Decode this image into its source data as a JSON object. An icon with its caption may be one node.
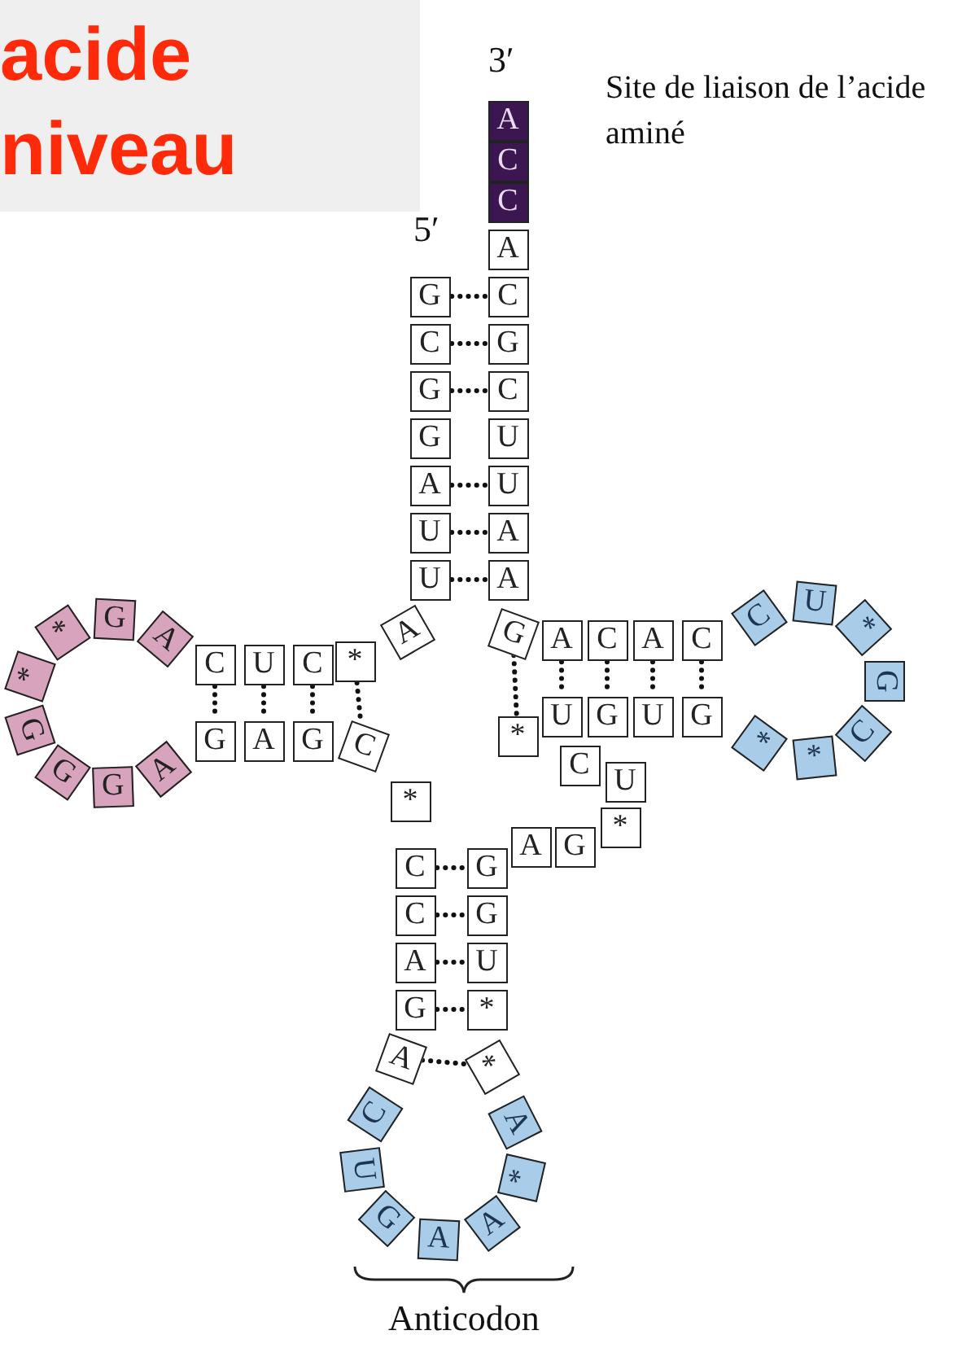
{
  "diagram": {
    "nodes": [
      {
        "text": [
          "acide niveau"
        ]
      },
      {
        "text": [
          "G"
        ]
      },
      {
        "text": [
          "C"
        ]
      },
      {
        "text": [
          "G"
        ]
      },
      {
        "text": [
          "G"
        ]
      },
      {
        "text": [
          "A"
        ]
      },
      {
        "text": [
          "U"
        ]
      },
      {
        "text": [
          "U"
        ]
      },
      {
        "text": [
          "A"
        ]
      },
      {
        "text": [
          "*"
        ]
      },
      {
        "text": [
          "C"
        ]
      },
      {
        "text": [
          "U"
        ]
      },
      {
        "text": [
          "C"
        ]
      },
      {
        "text": [
          "A"
        ]
      },
      {
        "text": [
          "G"
        ]
      },
      {
        "text": [
          "*"
        ]
      },
      {
        "text": [
          "*"
        ]
      },
      {
        "text": [
          "G"
        ]
      },
      {
        "text": [
          "G"
        ]
      },
      {
        "text": [
          "G"
        ]
      },
      {
        "text": [
          "A"
        ]
      },
      {
        "text": [
          "G"
        ]
      },
      {
        "text": [
          "A"
        ]
      },
      {
        "text": [
          "G"
        ]
      },
      {
        "text": [
          "C"
        ]
      },
      {
        "text": [
          "*"
        ]
      },
      {
        "text": [
          "C"
        ]
      },
      {
        "text": [
          "C"
        ]
      },
      {
        "text": [
          "A"
        ]
      },
      {
        "text": [
          "G"
        ]
      },
      {
        "text": [
          "A"
        ]
      },
      {
        "text": [
          "C"
        ]
      },
      {
        "text": [
          "U"
        ]
      },
      {
        "text": [
          "G"
        ]
      },
      {
        "text": [
          "A"
        ]
      },
      {
        "text": [
          "A"
        ]
      },
      {
        "text": [
          "*"
        ]
      },
      {
        "text": [
          "A"
        ]
      },
      {
        "text": [
          "*"
        ]
      },
      {
        "text": [
          "*"
        ]
      },
      {
        "text": [
          "U"
        ]
      },
      {
        "text": [
          "G"
        ]
      },
      {
        "text": [
          "G"
        ]
      },
      {
        "text": [
          "A"
        ]
      },
      {
        "text": [
          "G"
        ]
      },
      {
        "text": [
          "*"
        ]
      },
      {
        "text": [
          "U"
        ]
      },
      {
        "text": [
          "C"
        ]
      },
      {
        "text": [
          "*"
        ]
      },
      {
        "text": [
          "U"
        ]
      },
      {
        "text": [
          "G"
        ]
      },
      {
        "text": [
          "U"
        ]
      },
      {
        "text": [
          "G"
        ]
      },
      {
        "text": [
          "*"
        ]
      },
      {
        "text": [
          "*"
        ]
      },
      {
        "text": [
          "C"
        ]
      },
      {
        "text": [
          "G"
        ]
      },
      {
        "text": [
          "*"
        ]
      },
      {
        "text": [
          "U"
        ]
      },
      {
        "text": [
          "C"
        ]
      },
      {
        "text": [
          "C"
        ]
      },
      {
        "text": [
          "A"
        ]
      },
      {
        "text": [
          "C"
        ]
      },
      {
        "text": [
          "A"
        ]
      },
      {
        "text": [
          "G"
        ]
      },
      {
        "text": [
          "A"
        ]
      },
      {
        "text": [
          "A"
        ]
      },
      {
        "text": [
          "U"
        ]
      },
      {
        "text": [
          "U"
        ]
      },
      {
        "text": [
          "C"
        ]
      },
      {
        "text": [
          "G"
        ]
      },
      {
        "text": [
          "C"
        ]
      },
      {
        "text": [
          "A"
        ]
      },
      {
        "text": [
          "C"
        ]
      },
      {
        "text": [
          "C"
        ]
      },
      {
        "text": [
          "A"
        ]
      }
    ],
    "edges": [
      {
        "from": 1,
        "to": 71,
        "arrow": "none",
        "style": "dashed"
      },
      {
        "from": 2,
        "to": 70,
        "arrow": "none",
        "style": "dashed"
      },
      {
        "from": 3,
        "to": 69,
        "arrow": "none",
        "style": "dashed"
      },
      {
        "from": 5,
        "to": 67,
        "arrow": "none",
        "style": "dashed"
      },
      {
        "from": 6,
        "to": 66,
        "arrow": "none",
        "style": "dashed"
      },
      {
        "from": 7,
        "to": 65,
        "arrow": "none",
        "style": "dashed"
      },
      {
        "from": 12,
        "to": 21,
        "arrow": "none",
        "style": "dashed"
      },
      {
        "from": 11,
        "to": 22,
        "arrow": "none",
        "style": "dashed"
      },
      {
        "from": 10,
        "to": 23,
        "arrow": "none",
        "style": "dashed"
      },
      {
        "from": 9,
        "to": 24,
        "arrow": "none",
        "style": "dashed"
      },
      {
        "from": 64,
        "to": 48,
        "arrow": "none",
        "style": "dashed"
      },
      {
        "from": 63,
        "to": 49,
        "arrow": "none",
        "style": "dashed"
      },
      {
        "from": 62,
        "to": 50,
        "arrow": "none",
        "style": "dashed"
      },
      {
        "from": 61,
        "to": 51,
        "arrow": "none",
        "style": "dashed"
      },
      {
        "from": 60,
        "to": 52,
        "arrow": "none",
        "style": "dashed"
      },
      {
        "from": 26,
        "to": 42,
        "arrow": "none",
        "style": "dashed"
      },
      {
        "from": 27,
        "to": 41,
        "arrow": "none",
        "style": "dashed"
      },
      {
        "from": 28,
        "to": 40,
        "arrow": "none",
        "style": "dashed"
      },
      {
        "from": 29,
        "to": 39,
        "arrow": "none",
        "style": "dashed"
      },
      {
        "from": 30,
        "to": 38,
        "arrow": "none",
        "style": "dashed"
      }
    ],
    "labels": [
      "3′",
      "Site de liaison de l’acide aminé",
      "5′",
      "Anticodon"
    ]
  }
}
